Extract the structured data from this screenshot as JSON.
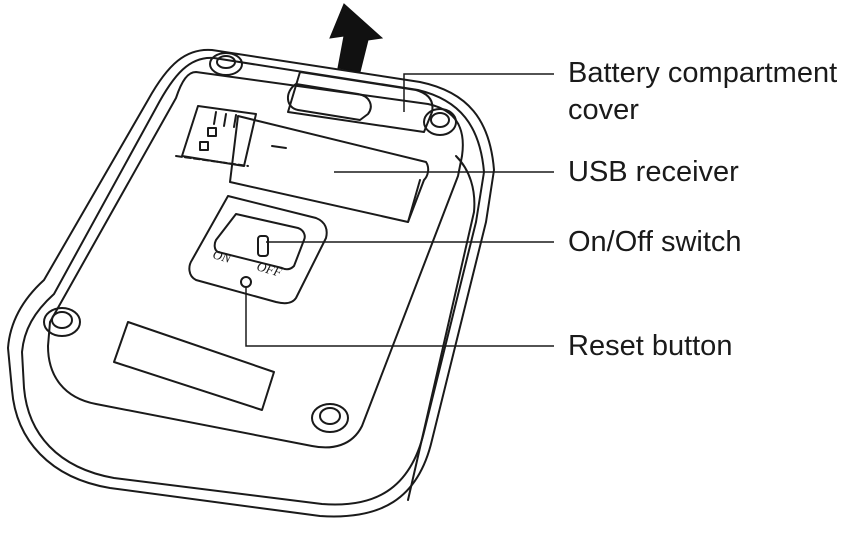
{
  "labels": {
    "battery_cover_line1": "Battery compartment",
    "battery_cover_line2": "cover",
    "usb_receiver": "USB receiver",
    "on_off_switch": "On/Off switch",
    "reset_button": "Reset button"
  },
  "switch_markings": {
    "on": "ON",
    "off": "OFF"
  },
  "colors": {
    "stroke": "#1a1a1a",
    "fill": "#ffffff",
    "arrow": "#111111"
  }
}
